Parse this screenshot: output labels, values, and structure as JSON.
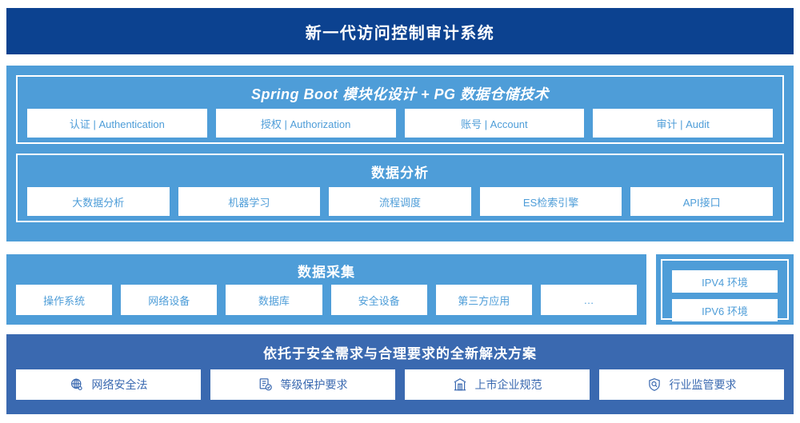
{
  "header": {
    "title": "新一代访问控制审计系统",
    "background": "#0c4290",
    "text_color": "#ffffff"
  },
  "colors": {
    "light_blue_panel": "#4e9dd8",
    "medium_blue_panel": "#3a69b0",
    "chip_background": "#ffffff"
  },
  "stack": {
    "springboot": {
      "title": "Spring Boot 模块化设计 + PG 数据仓储技术",
      "chips": [
        {
          "label": "认证 | Authentication"
        },
        {
          "label": "授权 | Authorization"
        },
        {
          "label": "账号 | Account"
        },
        {
          "label": "审计 | Audit"
        }
      ]
    },
    "analysis": {
      "title": "数据分析",
      "chips": [
        {
          "label": "大数据分析"
        },
        {
          "label": "机器学习"
        },
        {
          "label": "流程调度"
        },
        {
          "label": "ES检索引擎"
        },
        {
          "label": "API接口"
        }
      ]
    }
  },
  "collection": {
    "title": "数据采集",
    "chips": [
      {
        "label": "操作系统"
      },
      {
        "label": "网络设备"
      },
      {
        "label": "数据库"
      },
      {
        "label": "安全设备"
      },
      {
        "label": "第三方应用"
      },
      {
        "label": "…"
      }
    ]
  },
  "environment": {
    "items": [
      {
        "label": "IPV4 环境"
      },
      {
        "label": "IPV6 环境"
      }
    ]
  },
  "compliance": {
    "title": "依托于安全需求与合理要求的全新解决方案",
    "chips": [
      {
        "label": "网络安全法",
        "icon": "globe-icon"
      },
      {
        "label": "等级保护要求",
        "icon": "document-check-icon"
      },
      {
        "label": "上市企业规范",
        "icon": "bank-building-icon"
      },
      {
        "label": "行业监管要求",
        "icon": "shield-search-icon"
      }
    ]
  }
}
